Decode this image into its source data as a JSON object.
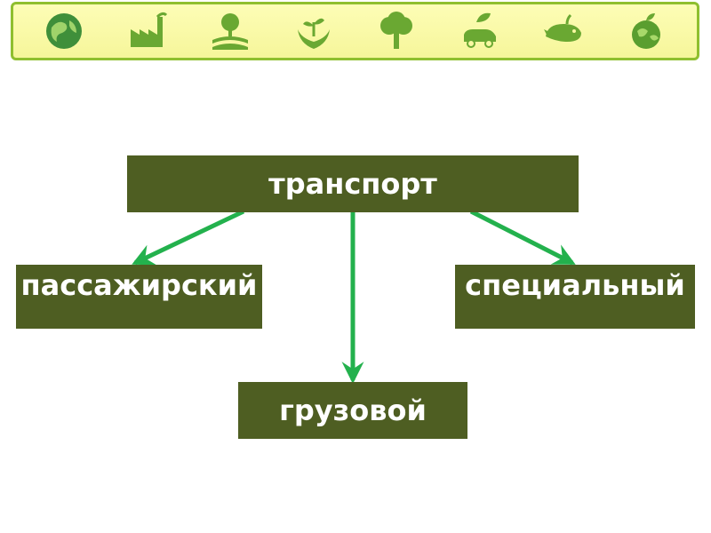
{
  "header_icons": [
    "globe-icon",
    "factory-icon",
    "landscape-tree-icon",
    "hands-sprout-icon",
    "tree-icon",
    "eco-car-icon",
    "whale-icon",
    "apple-globe-icon"
  ],
  "colors": {
    "node_fill": "#4e5e22",
    "node_text": "#ffffff",
    "arrow": "#23b14d",
    "icon": "#6aa832",
    "bar_fill": "#f8f8a2",
    "bar_border": "#8fbf2f"
  },
  "diagram": {
    "root": "транспорт",
    "left": "пассажирский",
    "right": "специальный",
    "bottom": "грузовой"
  }
}
